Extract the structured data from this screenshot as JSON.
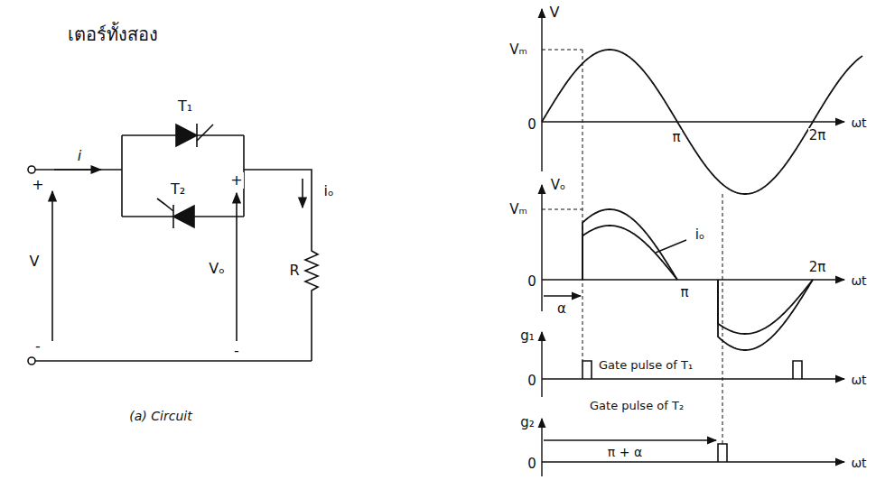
{
  "diagram": {
    "labels": [
      "เตอร์ทั้งสอง",
      "T₁",
      "T₂",
      "i",
      "+",
      "V",
      "-",
      "+",
      "Vₒ",
      "iₒ",
      "R",
      "-",
      "(a) Circuit",
      "V",
      "Vₘ",
      "0",
      "π",
      "2π",
      "ωt",
      "Vₒ",
      "Vₘ",
      "iₒ",
      "0",
      "π",
      "2π",
      "ωt",
      "α",
      "g₁",
      "0",
      "Gate pulse of T₁",
      "ωt",
      "Gate pulse of T₂",
      "g₂",
      "π + α",
      "0",
      "ωt"
    ]
  }
}
